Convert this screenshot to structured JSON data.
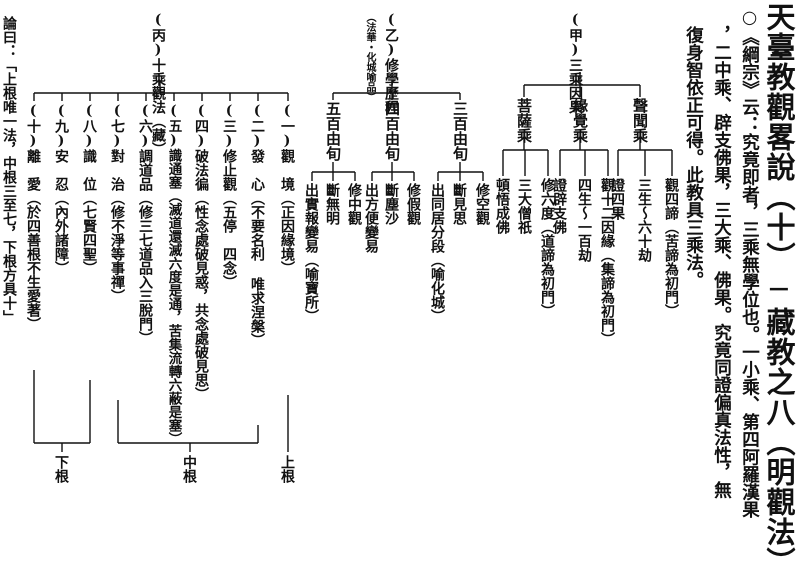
{
  "title": "天臺教觀畧說（十）─藏教之八（明觀法）",
  "body_lines": [
    "○《綱宗》云：究竟即者，三乘無學位也。一小乘、第四阿羅漢果",
    "，二中乘、辟支佛果，三大乘、佛果。究竟同證偏真法性，無",
    "復身智依正可得。此教具三乘法。"
  ],
  "section_jia": {
    "label": "(甲)三乘因果",
    "branches": [
      {
        "name": "聲聞乘",
        "items": [
          "觀四諦（苦諦為初門）",
          "三生～六十劫",
          "證四果"
        ]
      },
      {
        "name": "緣覺乘",
        "items": [
          "觀十二因緣（集諦為初門）",
          "四生～一百劫",
          "證辟支佛"
        ]
      },
      {
        "name": "菩薩乘",
        "items": [
          "修六度（道諦為初門）",
          "三大僧祇",
          "頓悟成佛"
        ]
      }
    ]
  },
  "section_yi": {
    "label": "(乙)修學歷程",
    "note": "（法華・化城喻品）",
    "branches": [
      {
        "name": "三百由旬",
        "items": [
          "修空觀",
          "斷見思",
          "出同居分段（喻化城）"
        ]
      },
      {
        "name": "四百由旬",
        "items": [
          "修假觀",
          "斷塵沙",
          "出方便變易"
        ]
      },
      {
        "name": "五百由旬",
        "items": [
          "修中觀",
          "斷無明",
          "出實報變易（喻寶所）"
        ]
      }
    ]
  },
  "section_bing": {
    "label": "(丙)十乘觀法（藏）",
    "items": [
      "(一)觀　境（正因緣境）",
      "(二)發　心（不要名利 唯求涅槃）",
      "(三)修止觀（五停　四念）",
      "(四)破法徧（性念處破見惑，共念處破見思）",
      "(五)識通塞（滅道還滅六度是通，苦集流轉六蔽是塞）",
      "(六)調道品（修三七道品入三脫門）",
      "(七)對　治（修不淨等事禪）",
      "(八)識　位（七賢四聖）",
      "(九)安　忍（內外諸障）",
      "(十)離　愛（於四善根不生愛著）"
    ],
    "groups": [
      "上根",
      "中根",
      "下根"
    ]
  },
  "conclusion": "論曰：「上根唯一法，中根三至七，下根方具十」"
}
